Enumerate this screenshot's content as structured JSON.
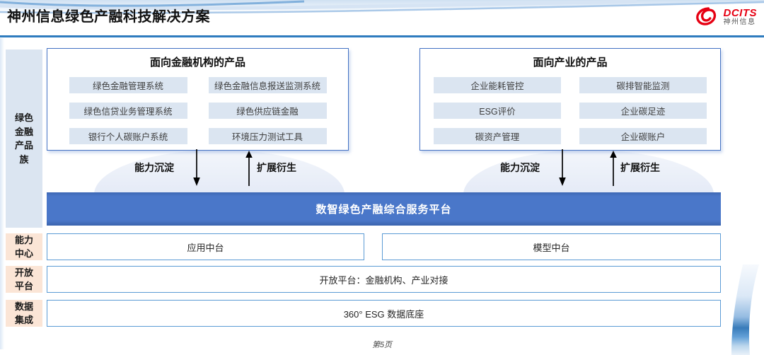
{
  "header": {
    "title": "神州信息绿色产融科技解决方案",
    "logo_brand": "DCITS",
    "logo_sub": "神州信息"
  },
  "sidebar": {
    "family_label": "绿色金融产品族",
    "capability_label": "能力中心",
    "open_label": "开放平台",
    "data_label": "数据集成"
  },
  "finance_products": {
    "title": "面向金融机构的产品",
    "items": [
      "绿色金融管理系统",
      "绿色金融信息报送监测系统",
      "绿色信贷业务管理系统",
      "绿色供应链金融",
      "银行个人碳账户系统",
      "环境压力测试工具"
    ]
  },
  "industry_products": {
    "title": "面向产业的产品",
    "items": [
      "企业能耗管控",
      "碳排智能监测",
      "ESG评价",
      "企业碳足迹",
      "碳资产管理",
      "企业碳账户"
    ]
  },
  "arrows": {
    "down_label": "能力沉淀",
    "up_label": "扩展衍生"
  },
  "platform": {
    "banner": "数智绿色产融综合服务平台",
    "app_center": "应用中台",
    "model_center": "模型中台",
    "open_platform": "开放平台：金融机构、产业对接",
    "data_base": "360° ESG 数据底座"
  },
  "footer": {
    "page_number": "第5页"
  },
  "colors": {
    "banner_blue": "#4a77c9",
    "accent_blue": "#4472c4",
    "border_blue": "#5b9bd5",
    "rule_blue": "#2e75b6",
    "light_blue_fill": "#dbe5f1",
    "peach_fill": "#fbe5d6",
    "logo_red": "#e60012"
  }
}
